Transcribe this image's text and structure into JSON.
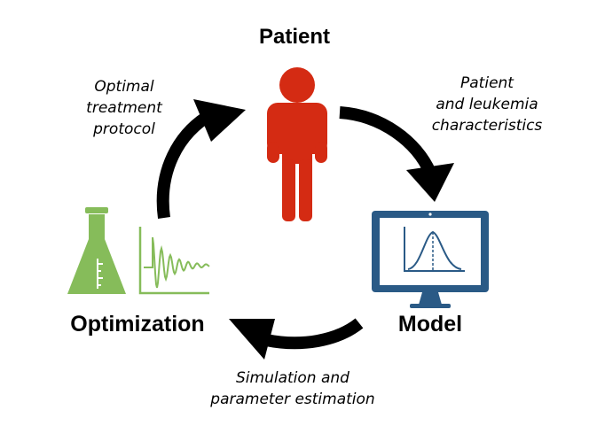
{
  "nodes": {
    "patient": {
      "title": "Patient",
      "color": "#d42b13",
      "icon": "person-icon"
    },
    "model": {
      "title": "Model",
      "color": "#2a5a86",
      "icon": "monitor-icon"
    },
    "optimization": {
      "title": "Optimization",
      "color": "#86bc5a",
      "icon": "flask-icon"
    }
  },
  "edges": {
    "optimization_to_patient": [
      "Optimal",
      "treatment",
      "protocol"
    ],
    "patient_to_model": [
      "Patient",
      "and leukemia",
      "characteristics"
    ],
    "model_to_optimization": [
      "Simulation and",
      "parameter estimation"
    ]
  },
  "arrow_color": "#000000"
}
